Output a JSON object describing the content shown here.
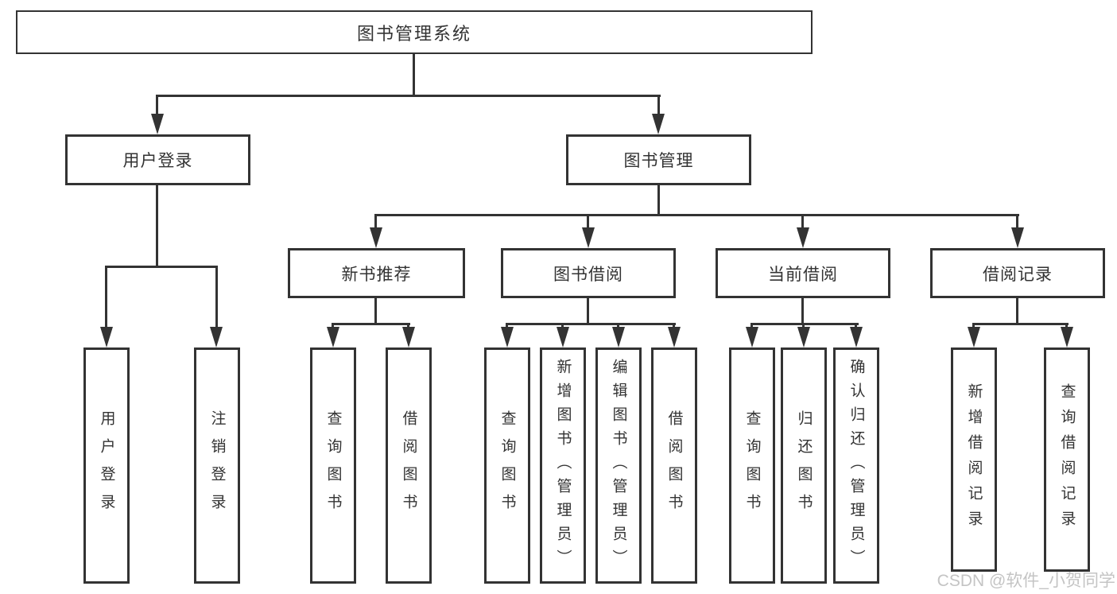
{
  "diagram": {
    "root": {
      "label": "图书管理系统"
    },
    "level2": [
      {
        "label": "用户登录"
      },
      {
        "label": "图书管理"
      }
    ],
    "level3": [
      {
        "label": "新书推荐"
      },
      {
        "label": "图书借阅"
      },
      {
        "label": "当前借阅"
      },
      {
        "label": "借阅记录"
      }
    ],
    "leaves": {
      "user_login": [
        {
          "label": "用户登录"
        },
        {
          "label": "注销登录"
        }
      ],
      "new_books": [
        {
          "label": "查询图书"
        },
        {
          "label": "借阅图书"
        }
      ],
      "book_borrow": [
        {
          "label": "查询图书"
        },
        {
          "label": "新增图书（管理员）"
        },
        {
          "label": "编辑图书（管理员）"
        },
        {
          "label": "借阅图书"
        }
      ],
      "current_borrow": [
        {
          "label": "查询图书"
        },
        {
          "label": "归还图书"
        },
        {
          "label": "确认归还（管理员）"
        }
      ],
      "borrow_records": [
        {
          "label": "新增借阅记录"
        },
        {
          "label": "查询借阅记录"
        }
      ]
    }
  },
  "watermark": {
    "text": "CSDN @软件_小贺同学"
  },
  "colors": {
    "line": "#333333",
    "text": "#333333",
    "background": "#ffffff",
    "watermark": "#c4c4c4"
  }
}
